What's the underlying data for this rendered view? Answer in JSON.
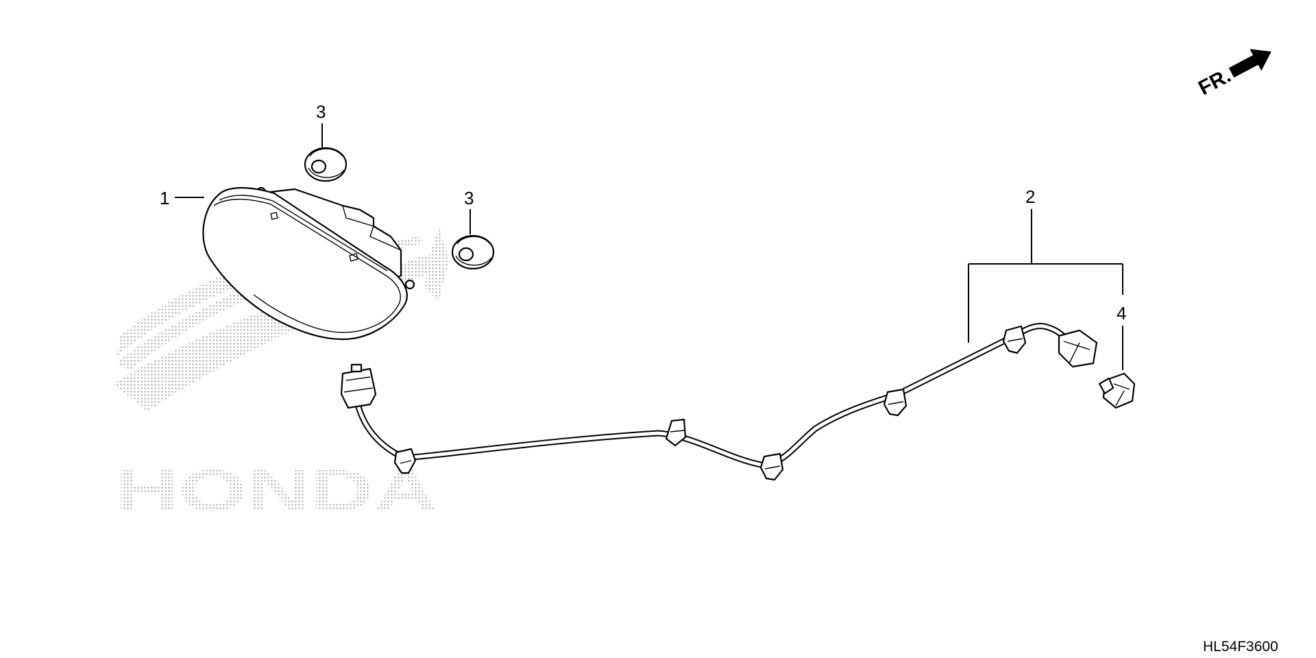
{
  "callouts": {
    "tail_light": "1",
    "wire_harness": "2",
    "grommet_upper": "3",
    "grommet_lower": "3",
    "clip": "4"
  },
  "front_indicator": "FR.",
  "diagram_code": "HL54F3600",
  "watermark": {
    "text": "HONDA",
    "color": "#b8b8b8"
  },
  "colors": {
    "ink": "#000000",
    "background": "#ffffff"
  }
}
